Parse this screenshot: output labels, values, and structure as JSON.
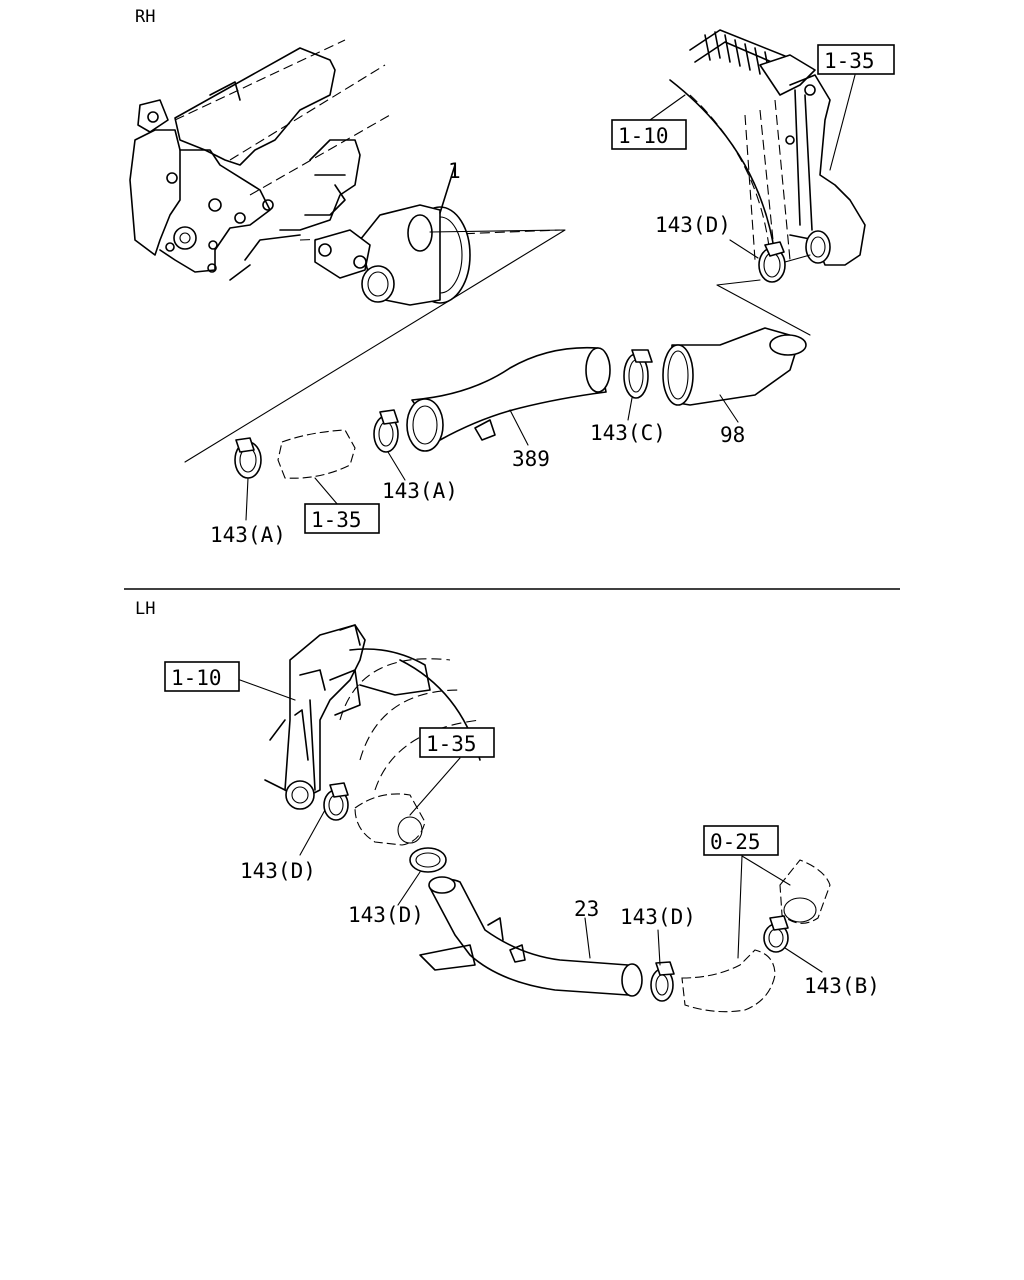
{
  "sections": {
    "rh": "RH",
    "lh": "LH"
  },
  "rh": {
    "ref_1_35_top": "1-35",
    "ref_1_10": "1-10",
    "ref_1_35_bottom": "1-35",
    "label_1": "1",
    "label_143d": "143(D)",
    "label_143c": "143(C)",
    "label_98": "98",
    "label_389": "389",
    "label_143a_mid": "143(A)",
    "label_143a_left": "143(A)"
  },
  "lh": {
    "ref_1_10": "1-10",
    "ref_1_35": "1-35",
    "ref_0_25": "0-25",
    "label_143d_left": "143(D)",
    "label_143d_mid": "143(D)",
    "label_23": "23",
    "label_143d_right": "143(D)",
    "label_143b": "143(B)"
  }
}
